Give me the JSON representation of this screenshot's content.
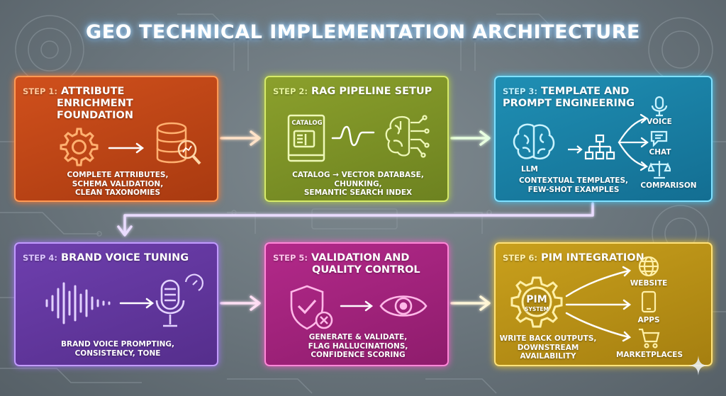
{
  "title": "GEO TECHNICAL IMPLEMENTATION ARCHITECTURE",
  "steps": [
    {
      "step_label": "STEP 1:",
      "heading_lines": [
        "ATTRIBUTE",
        "ENRICHMENT",
        "FOUNDATION"
      ],
      "description_lines": [
        "COMPLETE ATTRIBUTES,",
        "SCHEMA VALIDATION,",
        "CLEAN TAXONOMIES"
      ]
    },
    {
      "step_label": "STEP 2:",
      "heading_lines": [
        "RAG PIPELINE SETUP"
      ],
      "catalog_label": "CATALOG",
      "description_lines": [
        "CATALOG → VECTOR DATABASE,",
        "CHUNKING,",
        "SEMANTIC SEARCH INDEX"
      ]
    },
    {
      "step_label": "STEP 3:",
      "heading_lines": [
        "TEMPLATE AND",
        "PROMPT ENGINEERING"
      ],
      "llm_label": "LLM",
      "outputs": [
        "VOICE",
        "CHAT",
        "COMPARISON"
      ],
      "description_lines": [
        "CONTEXTUAL TEMPLATES,",
        "FEW-SHOT EXAMPLES"
      ]
    },
    {
      "step_label": "STEP 4:",
      "heading_lines": [
        "BRAND VOICE TUNING"
      ],
      "description_lines": [
        "BRAND VOICE PROMPTING,",
        "CONSISTENCY, TONE"
      ]
    },
    {
      "step_label": "STEP 5:",
      "heading_lines": [
        "VALIDATION AND",
        "QUALITY CONTROL"
      ],
      "description_lines": [
        "GENERATE & VALIDATE,",
        "FLAG HALLUCINATIONS,",
        "CONFIDENCE SCORING"
      ]
    },
    {
      "step_label": "STEP 6:",
      "heading_lines": [
        "PIM INTEGRATION"
      ],
      "pim_label": "PIM",
      "pim_sublabel": "SYSTEM",
      "outputs": [
        "WEBSITE",
        "APPS",
        "MARKETPLACES"
      ],
      "description_lines": [
        "WRITE BACK OUTPUTS,",
        "DOWNSTREAM",
        "AVAILABILITY"
      ]
    }
  ],
  "colors": {
    "step1": "#c4481a",
    "step2": "#7f9526",
    "step3": "#1a82a8",
    "step4": "#613699",
    "step5": "#a1237b",
    "step6": "#b99016",
    "arrow_glow": "#ffffff"
  },
  "icons": {
    "step1": [
      "gear-icon",
      "arrow-right-icon",
      "database-search-icon"
    ],
    "step2": [
      "catalog-book-icon",
      "wave-connector-icon",
      "neural-brain-icon"
    ],
    "step3": [
      "brain-icon",
      "flowchart-icon",
      "microphone-icon",
      "chat-bubble-icon",
      "scales-icon"
    ],
    "step4": [
      "soundwave-icon",
      "arrow-right-icon",
      "studio-microphone-icon"
    ],
    "step5": [
      "shield-check-icon",
      "arrow-right-icon",
      "eye-icon"
    ],
    "step6": [
      "pim-gear-icon",
      "globe-icon",
      "smartphone-icon",
      "shopping-cart-icon"
    ]
  }
}
